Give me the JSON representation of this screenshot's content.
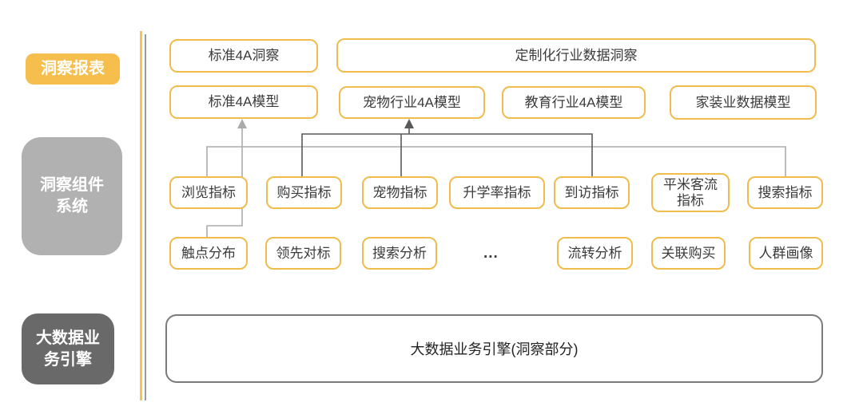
{
  "sidebar": {
    "items": [
      {
        "id": "insight-reports",
        "label": "洞察报表"
      },
      {
        "id": "insight-component-system",
        "label": "洞察组件\n系统"
      },
      {
        "id": "bigdata-business-engine",
        "label": "大数据业\n务引擎"
      }
    ]
  },
  "report_layer": {
    "standard_insight": "标准4A洞察",
    "custom_industry_insight": "定制化行业数据洞察",
    "standard_model": "标准4A模型",
    "pet_industry_model": "宠物行业4A模型",
    "education_industry_model": "教育行业4A模型",
    "home_decor_model": "家装业数据模型"
  },
  "component_layer": {
    "row1": [
      "浏览指标",
      "购买指标",
      "宠物指标",
      "升学率指标",
      "到访指标",
      "平米客流\n指标",
      "搜索指标"
    ],
    "row2": [
      "触点分布",
      "领先对标",
      "搜索分析",
      "...",
      "流转分析",
      "关联购买",
      "人群画像"
    ]
  },
  "engine_layer": {
    "label": "大数据业务引擎(洞察部分)"
  },
  "edges": [
    {
      "from": "浏览指标",
      "to": "标准4A模型"
    },
    {
      "from": "触点分布",
      "to": "标准4A模型"
    },
    {
      "from": "搜索指标",
      "to": "标准4A模型"
    },
    {
      "from": "购买指标",
      "to": "宠物行业4A模型"
    },
    {
      "from": "宠物指标",
      "to": "宠物行业4A模型"
    },
    {
      "from": "到访指标",
      "to": "宠物行业4A模型"
    }
  ],
  "colors": {
    "accent_yellow": "#F5BE4D",
    "node_border_yellow": "#F0BC4E",
    "label_gray": "#B1B1B1",
    "label_dark_gray": "#696969",
    "line_light": "#ABABAB",
    "line_dark": "#595959",
    "engine_border": "#7A7A7A"
  }
}
